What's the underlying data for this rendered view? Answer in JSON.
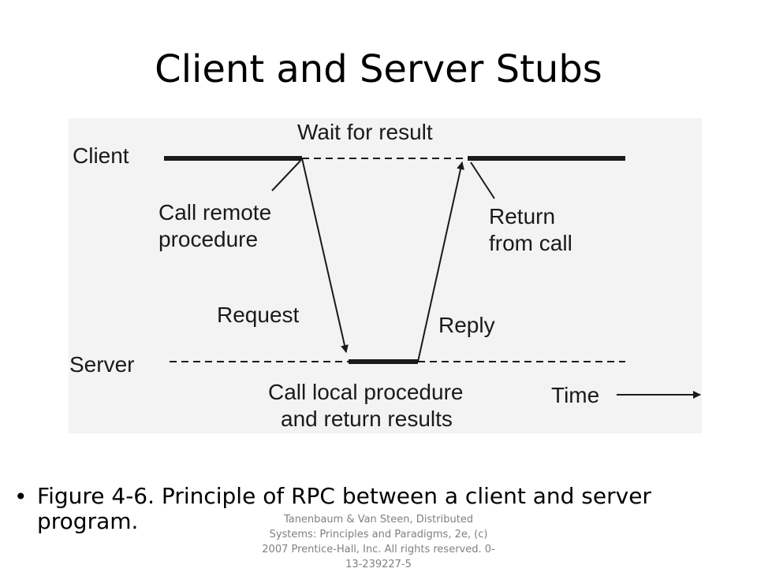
{
  "slide": {
    "title": "Client and Server Stubs",
    "bullet": "Figure 4-6. Principle of RPC between a client and server program.",
    "credit": "Tanenbaum & Van Steen, Distributed Systems: Principles and Paradigms, 2e, (c) 2007 Prentice-Hall, Inc. All rights reserved. 0-13-239227-5"
  },
  "diagram": {
    "labels": {
      "client": "Client",
      "server": "Server",
      "wait": "Wait for result",
      "call_remote_1": "Call remote",
      "call_remote_2": "procedure",
      "return_1": "Return",
      "return_2": "from call",
      "request": "Request",
      "reply": "Reply",
      "call_local_1": "Call local procedure",
      "call_local_2": "and return results",
      "time": "Time"
    }
  },
  "colors": {
    "background": "#ffffff",
    "figure_background": "#f3f3f3",
    "text": "#000000",
    "credit_text": "#808080"
  }
}
